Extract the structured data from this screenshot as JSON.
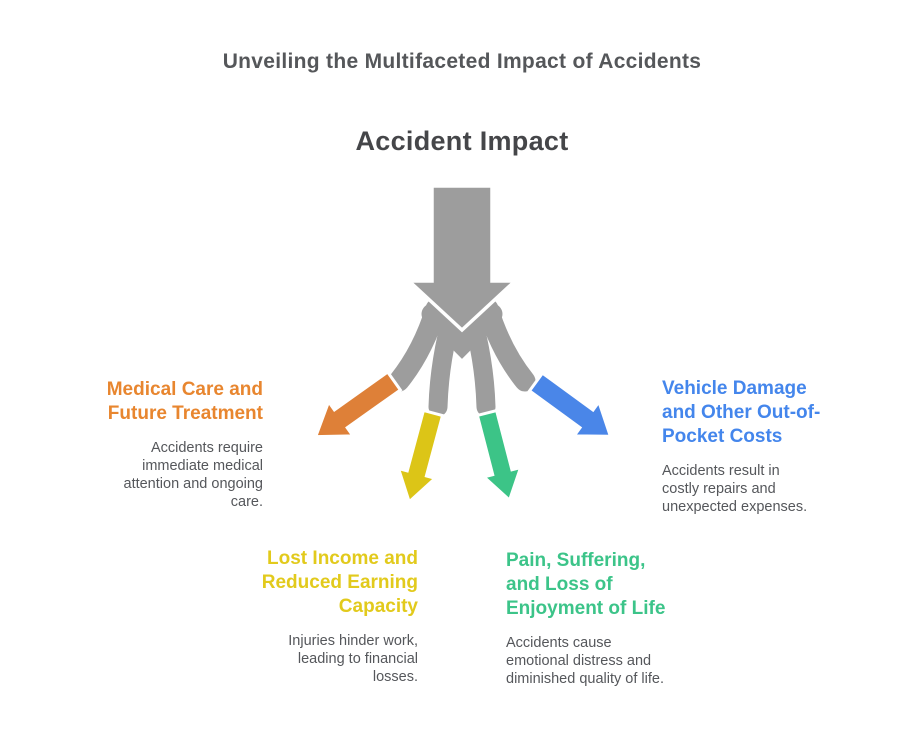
{
  "page": {
    "title": "Unveiling the Multifaceted Impact of Accidents",
    "diagram_title": "Accident Impact"
  },
  "colors": {
    "arrow_gray": "#9D9D9D",
    "title_text": "#55575A",
    "diagram_title_text": "#454649",
    "body_text": "#55575B"
  },
  "blocks": [
    {
      "id": "medical",
      "color": "#E8862F",
      "arrow_color": "#DE8038",
      "title_lines": [
        "Medical Care and",
        "Future Treatment"
      ],
      "body": "Accidents require immediate medical attention and ongoing care."
    },
    {
      "id": "vehicle",
      "color": "#4486EC",
      "arrow_color": "#4A86E8",
      "title_lines": [
        "Vehicle Damage",
        "and Other Out-of-",
        "Pocket Costs"
      ],
      "body": "Accidents result in costly repairs and unexpected expenses."
    },
    {
      "id": "lost-income",
      "color": "#E2CA1C",
      "arrow_color": "#DCC517",
      "title_lines": [
        "Lost Income and",
        "Reduced Earning",
        "Capacity"
      ],
      "body": "Injuries hinder work, leading to financial losses."
    },
    {
      "id": "pain",
      "color": "#3CC489",
      "arrow_color": "#3CC487",
      "title_lines": [
        "Pain, Suffering,",
        "and Loss of",
        "Enjoyment of Life"
      ],
      "body": "Accidents cause emotional distress and diminished quality of life."
    }
  ]
}
